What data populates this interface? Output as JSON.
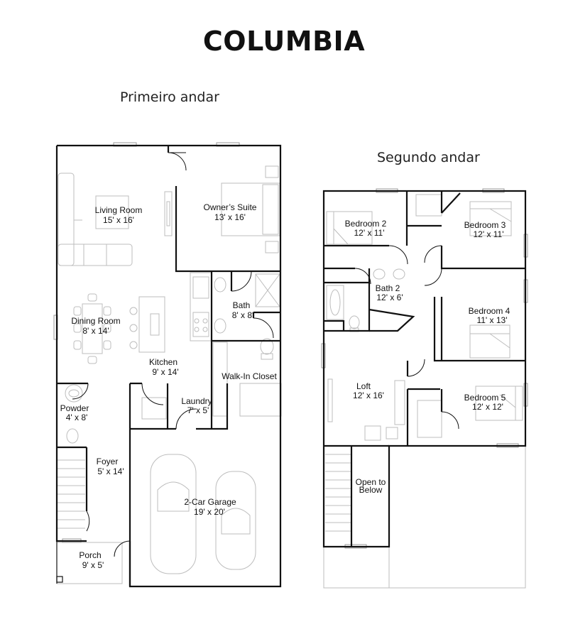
{
  "title": "COLUMBIA",
  "floors": {
    "first": {
      "label": "Primeiro andar",
      "rooms": [
        {
          "id": "living",
          "name": "Living Room",
          "dim": "15' x 16'"
        },
        {
          "id": "owners",
          "name": "Owner’s Suite",
          "dim": "13' x 16'"
        },
        {
          "id": "dining",
          "name": "Dining Room",
          "dim": "8' x 14'"
        },
        {
          "id": "bath",
          "name": "Bath",
          "dim": "8' x 8'"
        },
        {
          "id": "kitchen",
          "name": "Kitchen",
          "dim": "9' x 14'"
        },
        {
          "id": "walkin",
          "name": "Walk-In Closet",
          "dim": ""
        },
        {
          "id": "powder",
          "name": "Powder",
          "dim": "4' x 8'"
        },
        {
          "id": "laundry",
          "name": "Laundry",
          "dim": "7' x 5'"
        },
        {
          "id": "foyer",
          "name": "Foyer",
          "dim": "5' x 14'"
        },
        {
          "id": "garage",
          "name": "2-Car Garage",
          "dim": "19' x 20'"
        },
        {
          "id": "porch",
          "name": "Porch",
          "dim": "9' x 5'"
        }
      ]
    },
    "second": {
      "label": "Segundo andar",
      "rooms": [
        {
          "id": "bed2",
          "name": "Bedroom 2",
          "dim": "12' x 11'"
        },
        {
          "id": "bed3",
          "name": "Bedroom 3",
          "dim": "12' x 11'"
        },
        {
          "id": "bath2",
          "name": "Bath 2",
          "dim": "12' x 6'"
        },
        {
          "id": "bed4",
          "name": "Bedroom 4",
          "dim": "11' x 13'"
        },
        {
          "id": "loft",
          "name": "Loft",
          "dim": "12' x 16'"
        },
        {
          "id": "bed5",
          "name": "Bedroom 5",
          "dim": "12' x 12'"
        },
        {
          "id": "open",
          "name": "Open to",
          "dim": "Below"
        }
      ]
    }
  }
}
